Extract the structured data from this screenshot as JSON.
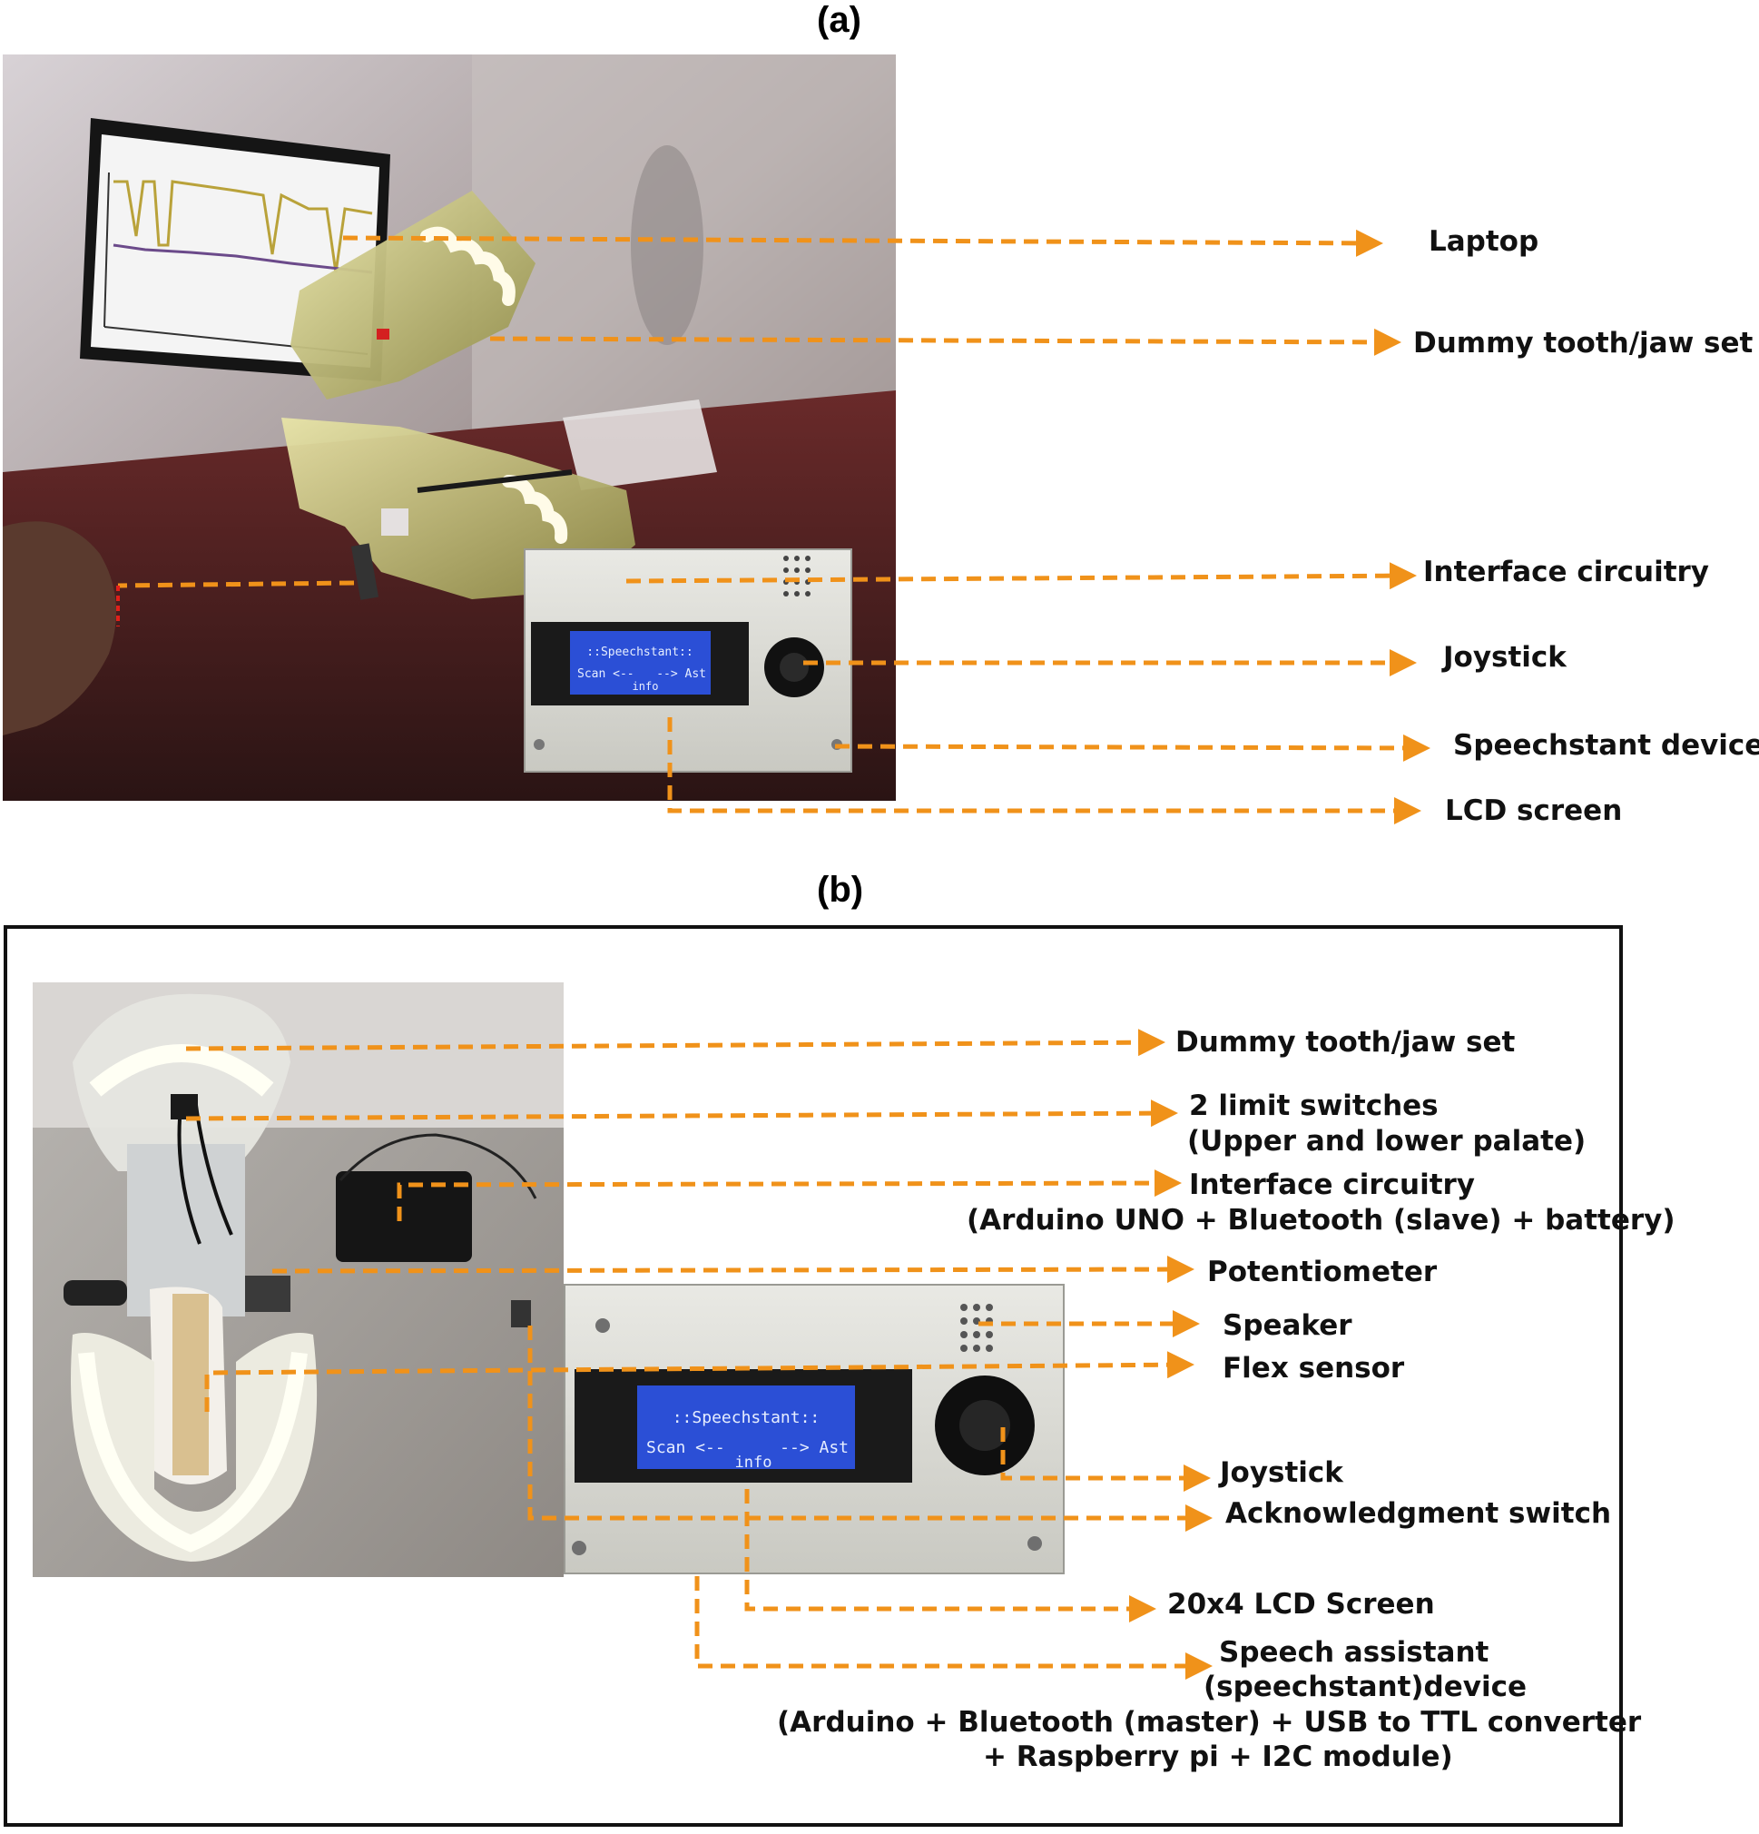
{
  "panels": {
    "a": {
      "label": "(a)"
    },
    "b": {
      "label": "(b)"
    }
  },
  "lcd": {
    "line1": "::Speechstant::",
    "line2_left": "Scan <--",
    "line2_right": "--> Ast",
    "line3": "info"
  },
  "labels_a": {
    "laptop": "Laptop",
    "dummy_jaw": "Dummy tooth/jaw set",
    "interface": "Interface circuitry",
    "joystick": "Joystick",
    "speechstant_device": "Speechstant device",
    "lcd_screen": "LCD screen"
  },
  "labels_b": {
    "dummy_jaw": "Dummy tooth/jaw set",
    "limit_switches": "2 limit switches",
    "limit_switches_sub": "(Upper and lower palate)",
    "interface": "Interface circuitry",
    "interface_sub": "(Arduino UNO + Bluetooth (slave) + battery)",
    "potentiometer": "Potentiometer",
    "speaker": "Speaker",
    "flex_sensor": "Flex sensor",
    "joystick": "Joystick",
    "ack_switch": "Acknowledgment switch",
    "lcd_20x4": "20x4 LCD Screen",
    "speech_assistant_1": "Speech assistant",
    "speech_assistant_2": "(speechstant)device",
    "speech_assistant_3": "(Arduino + Bluetooth (master) + USB to TTL converter",
    "speech_assistant_4": "+ Raspberry pi + I2C module)"
  },
  "colors": {
    "leader": "#f0921a",
    "leader_red": "#e0201a",
    "lcd_bg": "#2b4fd6"
  }
}
